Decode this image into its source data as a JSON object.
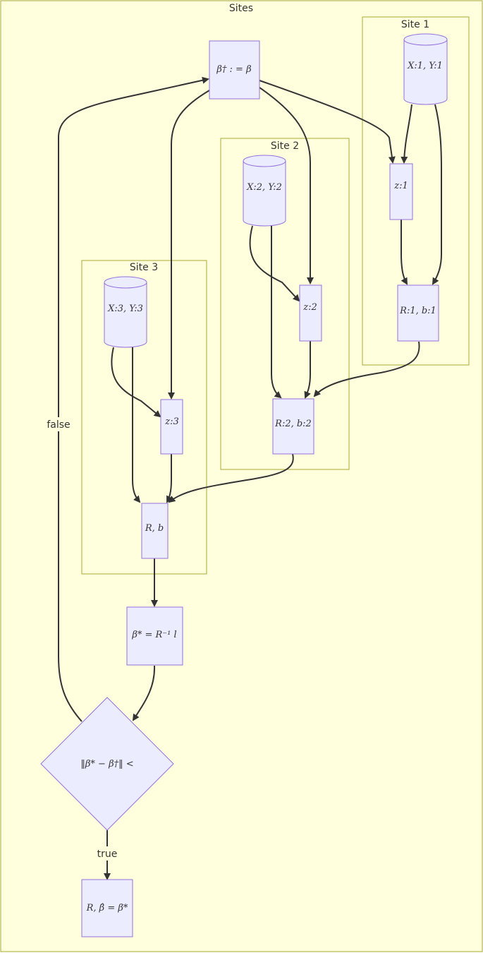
{
  "clusters": {
    "sites": "Sites",
    "site1": "Site 1",
    "site2": "Site 2",
    "site3": "Site 3"
  },
  "nodes": {
    "beta_dagger": "β† : = β",
    "data1": "X:1, Y:1",
    "z1": "z:1",
    "rb1": "R:1, b:1",
    "data2": "X:2, Y:2",
    "z2": "z:2",
    "rb2": "R:2, b:2",
    "data3": "X:3, Y:3",
    "z3": "z:3",
    "rb": "R, b",
    "beta_star": "β* = R⁻¹ l",
    "decision": "‖β* − β†‖ <",
    "result": "R, β̂ = β*"
  },
  "edge_labels": {
    "false": "false",
    "true": "true"
  }
}
